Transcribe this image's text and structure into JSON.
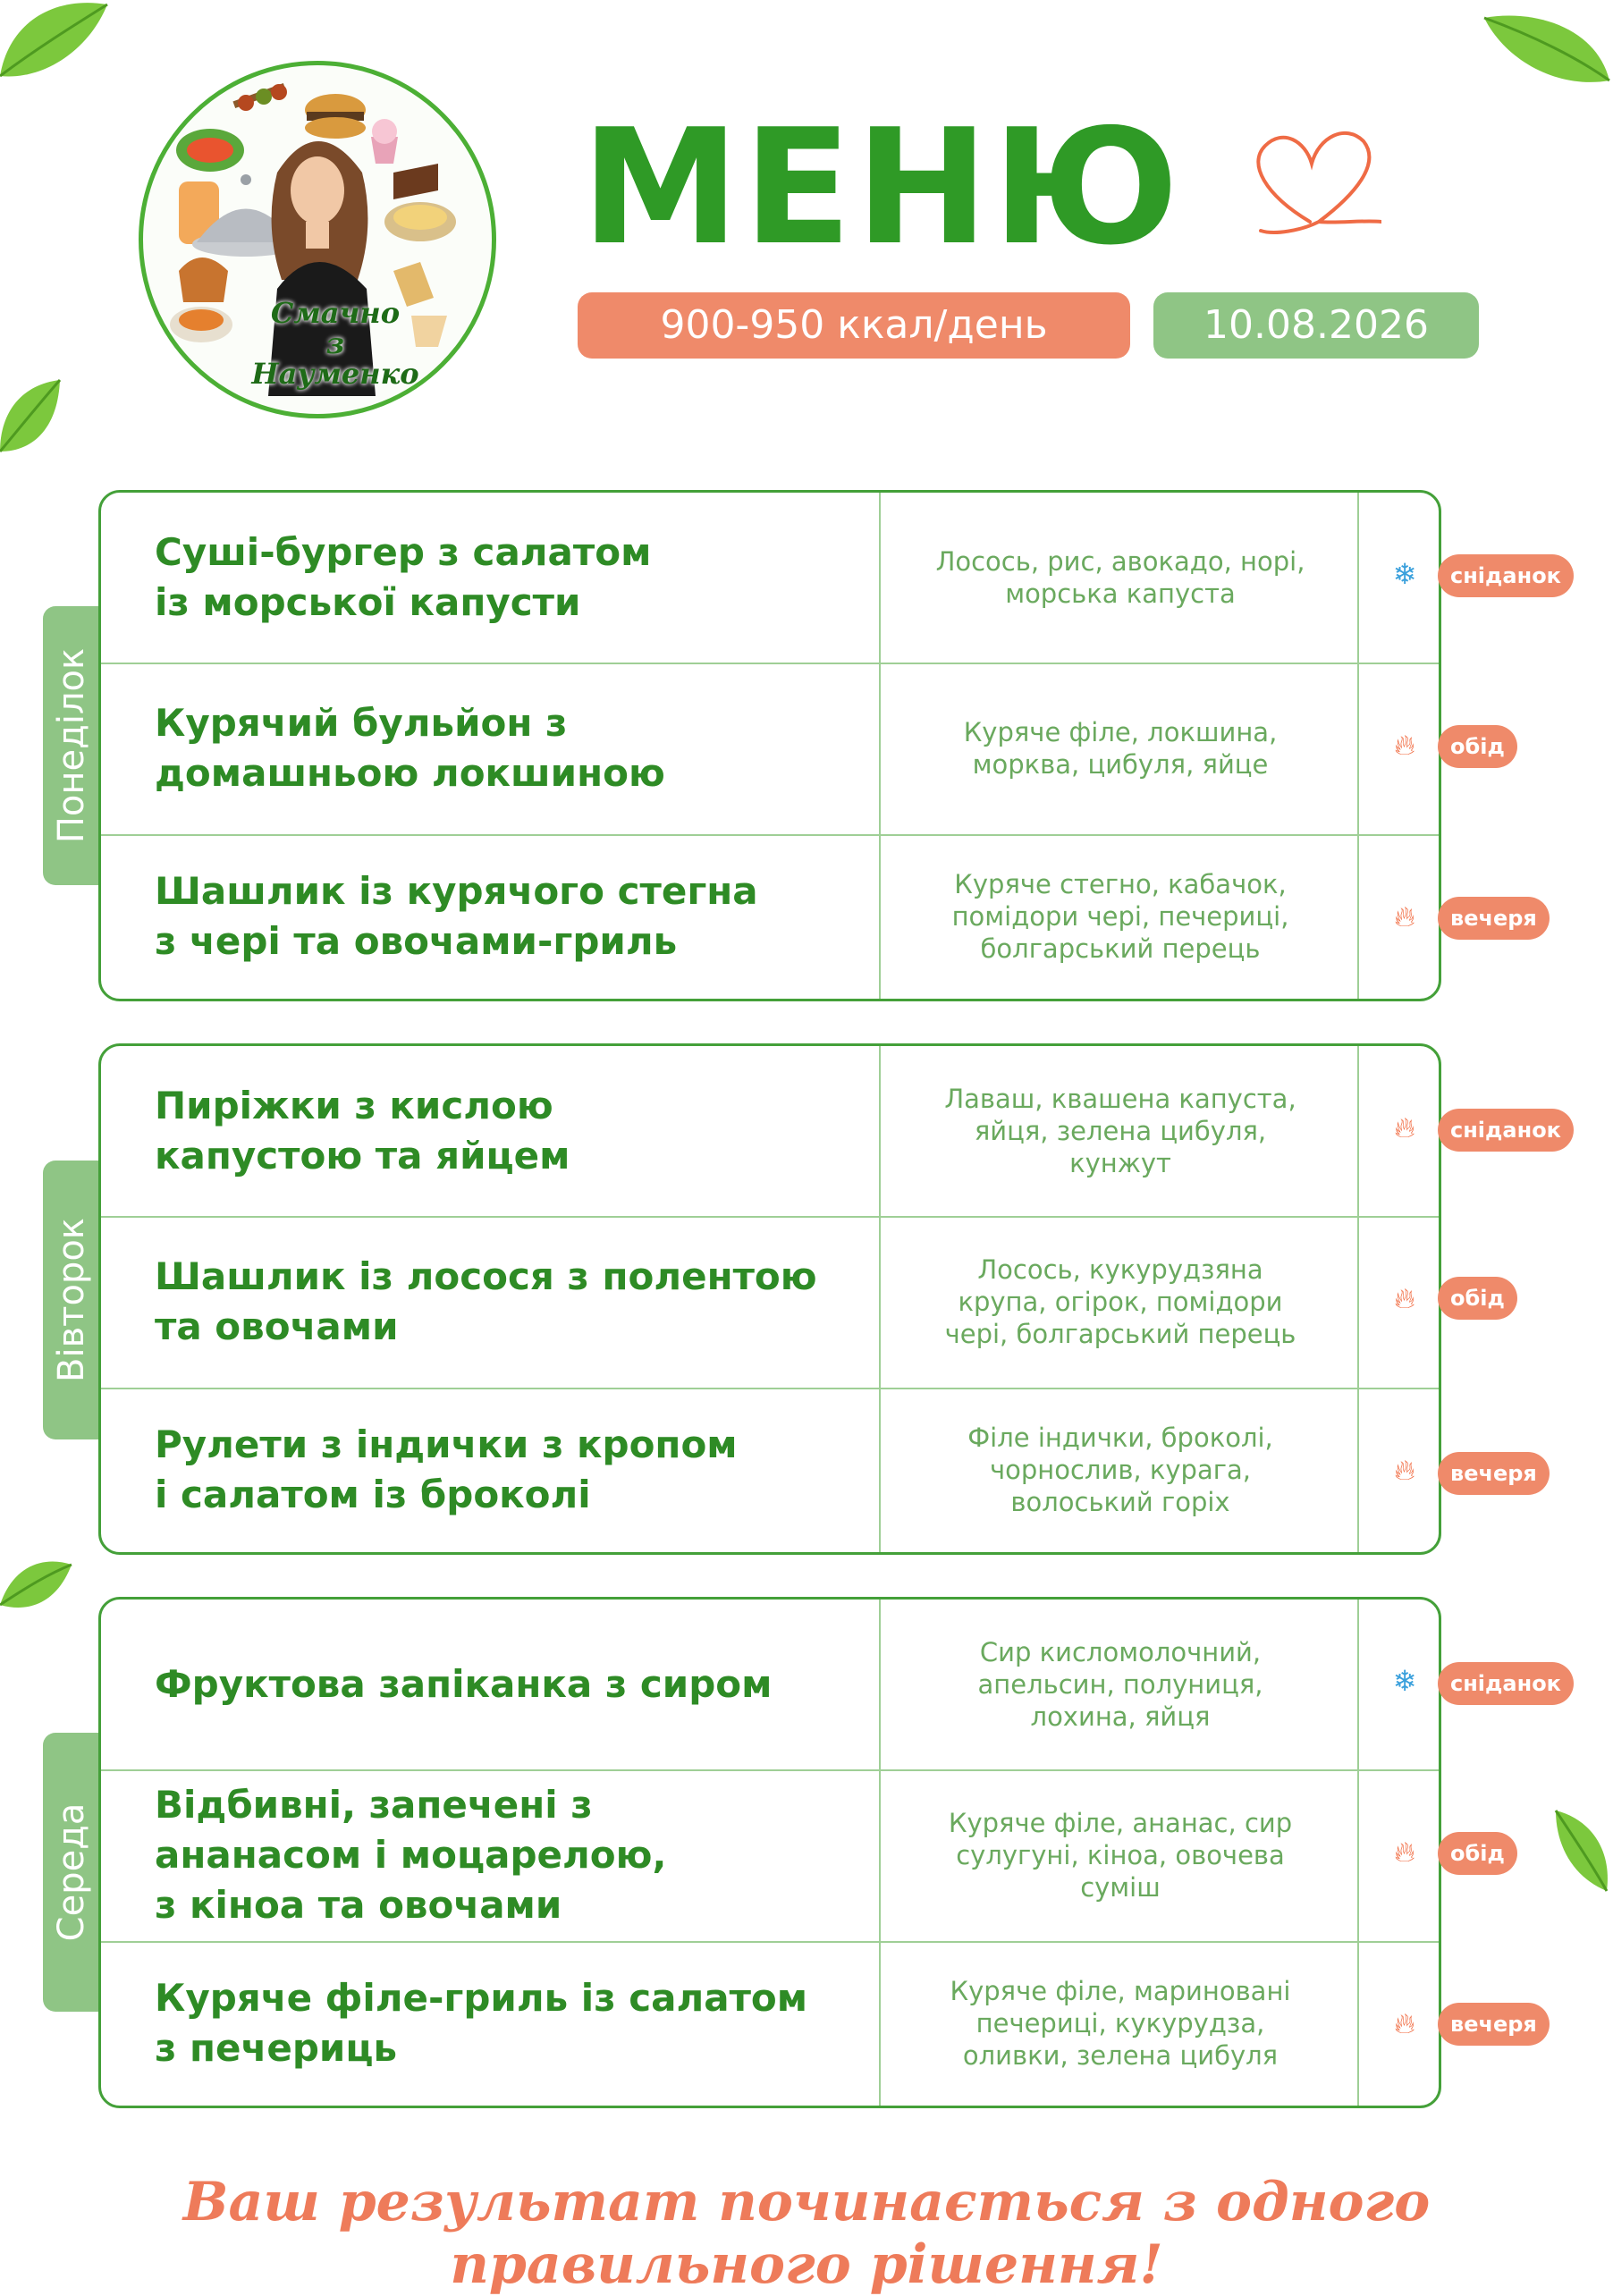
{
  "brand": {
    "logo_line1": "Смачно",
    "logo_line2": "з Науменко"
  },
  "title": "МЕНЮ",
  "kcal": "900-950 ккал/день",
  "date": "10.08.2026",
  "days": [
    {
      "name": "Понеділок",
      "meals": [
        {
          "dish": "Суші-бургер з салатом\nіз морської капусти",
          "ingredients": "Лосось, рис, авокадо, норі,\nморська капуста",
          "icon": "snowflake-icon",
          "tag": "сніданок"
        },
        {
          "dish": "Курячий бульйон  з\nдомашньою локшиною",
          "ingredients": "Куряче філе, локшина,\nморква, цибуля, яйце",
          "icon": "fire-icon",
          "tag": "обід"
        },
        {
          "dish": "Шашлик із курячого стегна\nз чері та овочами-гриль",
          "ingredients": "Куряче стегно, кабачок,\nпомідори чері, печериці,\nболгарський перець",
          "icon": "fire-icon",
          "tag": "вечеря"
        }
      ]
    },
    {
      "name": "Вівторок",
      "meals": [
        {
          "dish": "Пиріжки з кислою\nкапустою та яйцем",
          "ingredients": "Лаваш, квашена капуста,\nяйця, зелена цибуля,\nкунжут",
          "icon": "fire-icon",
          "tag": "сніданок"
        },
        {
          "dish": "Шашлик із лосося з полентою\nта овочами",
          "ingredients": "Лосось, кукурудзяна\nкрупа, огірок, помідори\nчері, болгарський перець",
          "icon": "fire-icon",
          "tag": "обід"
        },
        {
          "dish": "Рулети з індички з кропом\nі салатом із броколі",
          "ingredients": "Філе індички, броколі,\nчорнослив, курага,\nволоський горіх",
          "icon": "fire-icon",
          "tag": "вечеря"
        }
      ]
    },
    {
      "name": "Середа",
      "meals": [
        {
          "dish": "Фруктова запіканка з сиром",
          "ingredients": "Сир кисломолочний,\nапельсин, полуниця,\nлохина, яйця",
          "icon": "snowflake-icon",
          "tag": "сніданок"
        },
        {
          "dish": "Відбивні, запечені з\nананасом і моцарелою,\nз кіноа та овочами",
          "ingredients": "Куряче філе, ананас, сир\nсулугуні, кіноа, овочева\nсуміш",
          "icon": "fire-icon",
          "tag": "обід"
        },
        {
          "dish": "Куряче філе-гриль із салатом\nз печериць",
          "ingredients": "Куряче філе, мариновані\nпечериці, кукурудза,\nоливки, зелена цибуля",
          "icon": "fire-icon",
          "tag": "вечеря"
        }
      ]
    }
  ],
  "footer": "Ваш результат починається з одного правильного рішення!",
  "colors": {
    "green": "#2f9a26",
    "light_green": "#8fc585",
    "coral": "#ef8a6a",
    "frost": "#3aa0dc",
    "flame": "#f0673c"
  }
}
